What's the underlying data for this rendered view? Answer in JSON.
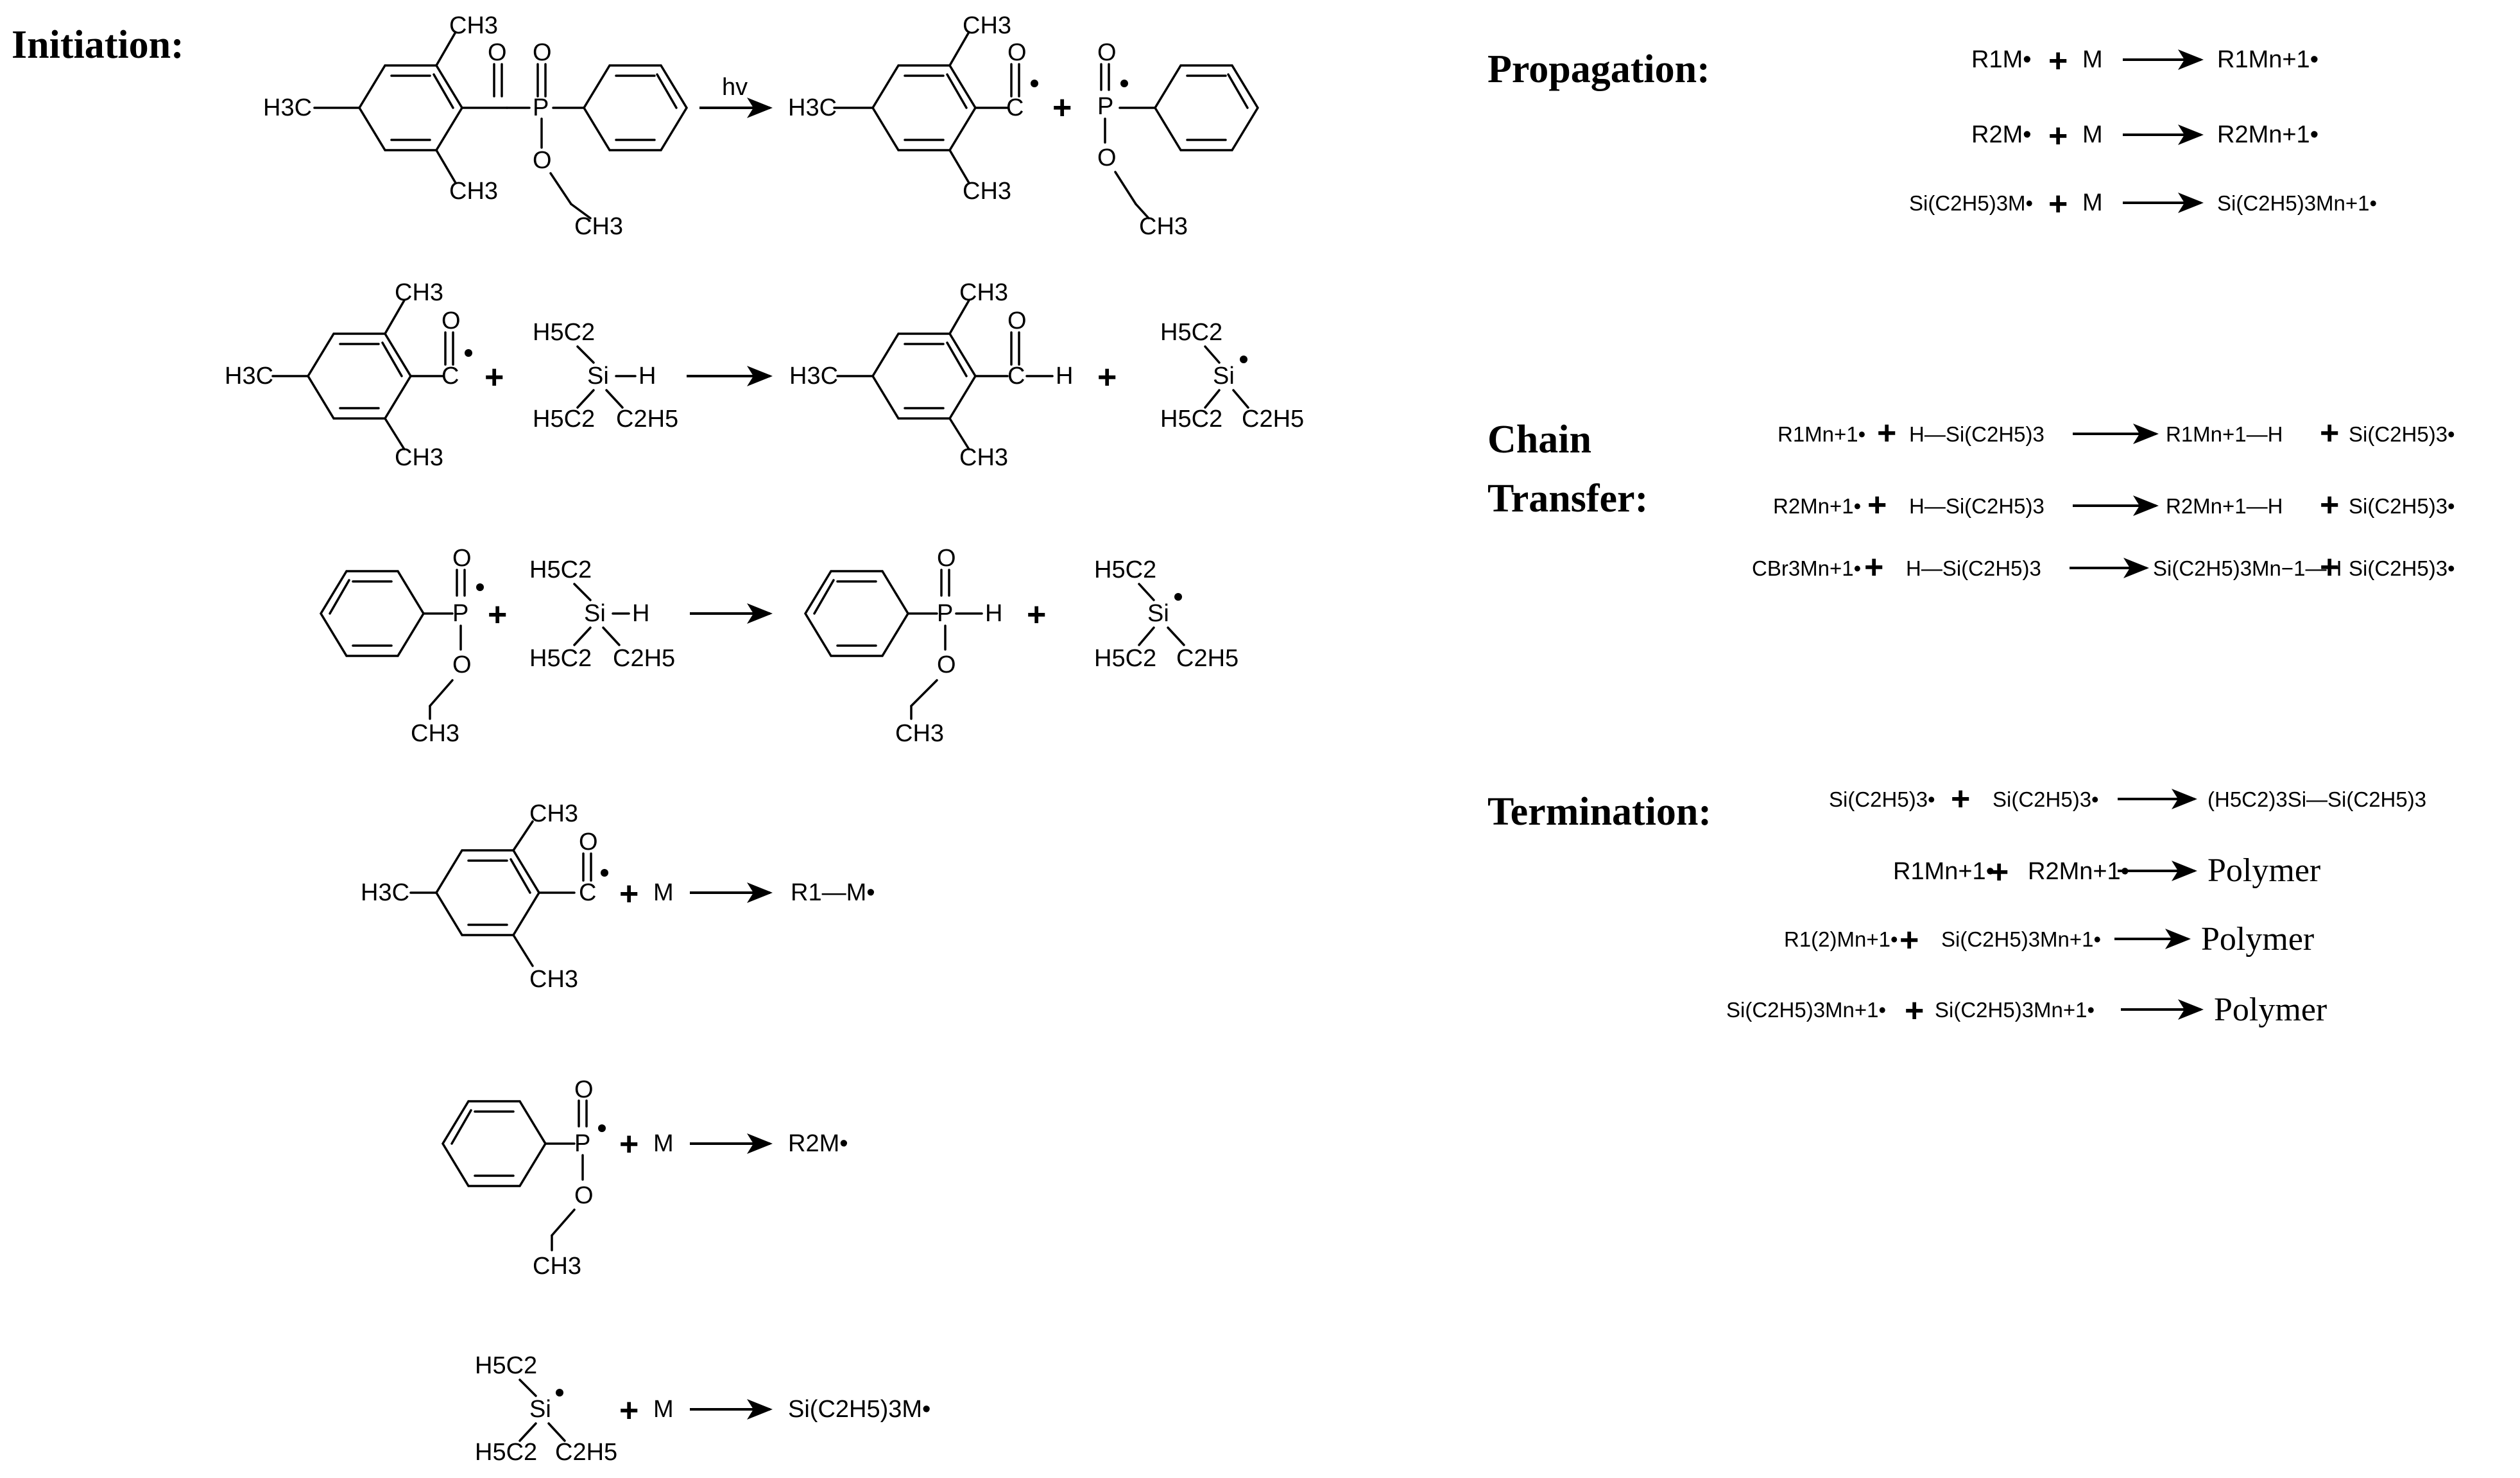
{
  "sections": {
    "initiation": "Initiation:",
    "propagation": "Propagation:",
    "chain_transfer_1": "Chain",
    "chain_transfer_2": "Transfer:",
    "termination": "Termination:"
  },
  "symbols": {
    "plus": "+",
    "hv": "hv",
    "monomer": "M",
    "polymer": "Polymer"
  },
  "groups": {
    "ch3": "CH3",
    "h3c": "H3C",
    "c2h5": "C2H5",
    "h5c2": "H5C2",
    "si": "Si",
    "p": "P",
    "o": "O",
    "c": "C",
    "h": "H"
  },
  "initiation_products": {
    "r1m": "R1—M•",
    "r2m": "R2M•",
    "sim": "Si(C2H5)3M•"
  },
  "propagation": [
    {
      "left": "R1M•",
      "right": "R1Mn+1•"
    },
    {
      "left": "R2M•",
      "right": "R2Mn+1•"
    },
    {
      "left": "Si(C2H5)3M•",
      "right": "Si(C2H5)3Mn+1•"
    }
  ],
  "chain_transfer": [
    {
      "left": "R1Mn+1•",
      "reagent": "H—Si(C2H5)3",
      "product": "R1Mn+1—H",
      "radical": "Si(C2H5)3•"
    },
    {
      "left": "R2Mn+1•",
      "reagent": "H—Si(C2H5)3",
      "product": "R2Mn+1—H",
      "radical": "Si(C2H5)3•"
    },
    {
      "left": "CBr3Mn+1•",
      "reagent": "H—Si(C2H5)3",
      "product": "Si(C2H5)3Mn−1—H",
      "radical": "Si(C2H5)3•"
    }
  ],
  "termination": [
    {
      "left": "Si(C2H5)3•",
      "right_reactant": "Si(C2H5)3•",
      "product": "(H5C2)3Si—Si(C2H5)3"
    },
    {
      "left": "R1Mn+1•",
      "right_reactant": "R2Mn+1•",
      "product": "Polymer"
    },
    {
      "left": "R1(2)Mn+1•",
      "right_reactant": "Si(C2H5)3Mn+1•",
      "product": "Polymer"
    },
    {
      "left": "Si(C2H5)3Mn+1•",
      "right_reactant": "Si(C2H5)3Mn+1•",
      "product": "Polymer"
    }
  ]
}
